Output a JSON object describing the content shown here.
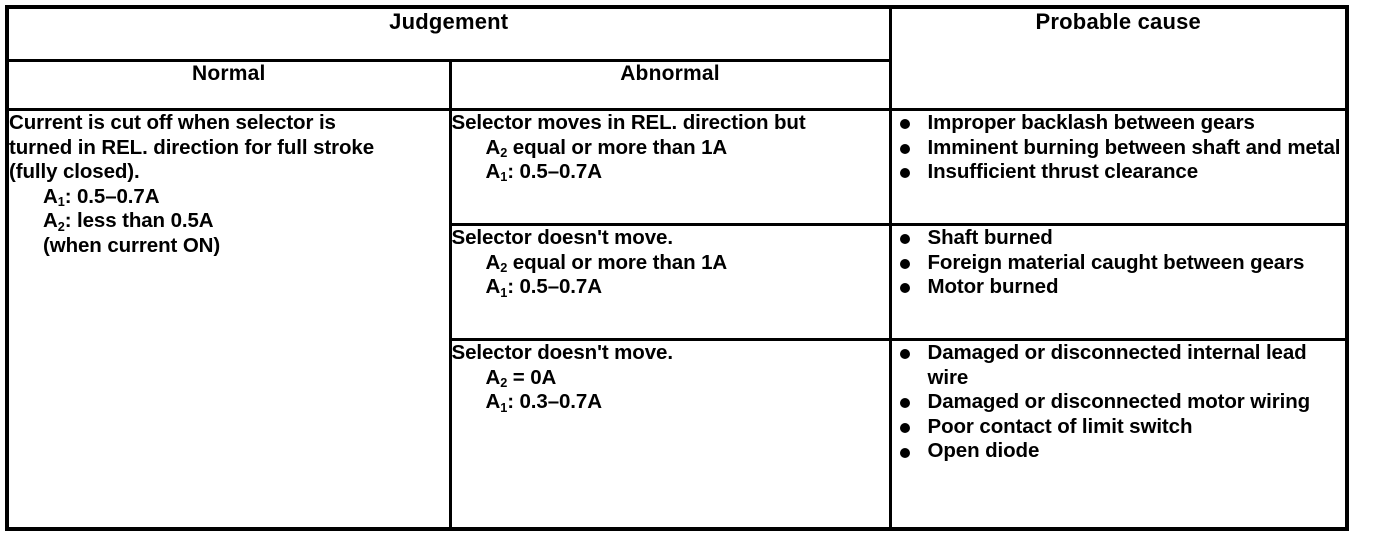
{
  "table": {
    "headers": {
      "group": "Judgement",
      "normal": "Normal",
      "abnormal": "Abnormal",
      "cause": "Probable  cause"
    },
    "normal_cell": {
      "lines": [
        "Current is cut off when selector is",
        "turned in REL. direction for full stroke",
        "(fully closed)."
      ],
      "spec_a1_label": "A",
      "spec_a1_sub": "1",
      "spec_a1_value": ":  0.5–0.7A",
      "spec_a2_label": "A",
      "spec_a2_sub": "2",
      "spec_a2_value": ":  less than 0.5A",
      "note": "(when current ON)"
    },
    "rows": [
      {
        "abnormal": {
          "headline": "Selector moves in REL. direction but",
          "spec_a2_label": "A",
          "spec_a2_sub": "2",
          "spec_a2_value": " equal or more than 1A",
          "spec_a1_label": "A",
          "spec_a1_sub": "1",
          "spec_a1_value": ":  0.5–0.7A"
        },
        "causes": [
          "Improper backlash between gears",
          "Imminent burning between shaft and metal",
          "Insufficient thrust clearance"
        ]
      },
      {
        "abnormal": {
          "headline": "Selector doesn't move.",
          "spec_a2_label": "A",
          "spec_a2_sub": "2",
          "spec_a2_value": " equal or more than 1A",
          "spec_a1_label": "A",
          "spec_a1_sub": "1",
          "spec_a1_value": ":  0.5–0.7A"
        },
        "causes": [
          "Shaft burned",
          "Foreign material caught between gears",
          "Motor burned"
        ]
      },
      {
        "abnormal": {
          "headline": "Selector doesn't move.",
          "spec_a2_label": "A",
          "spec_a2_sub": "2",
          "spec_a2_value": " = 0A",
          "spec_a1_label": "A",
          "spec_a1_sub": "1",
          "spec_a1_value": ":  0.3–0.7A"
        },
        "causes": [
          "Damaged or disconnected internal lead wire",
          "Damaged or disconnected motor wiring",
          "Poor contact of limit switch",
          "Open diode"
        ]
      }
    ]
  },
  "colors": {
    "ink": "#000000",
    "paper": "#ffffff"
  }
}
